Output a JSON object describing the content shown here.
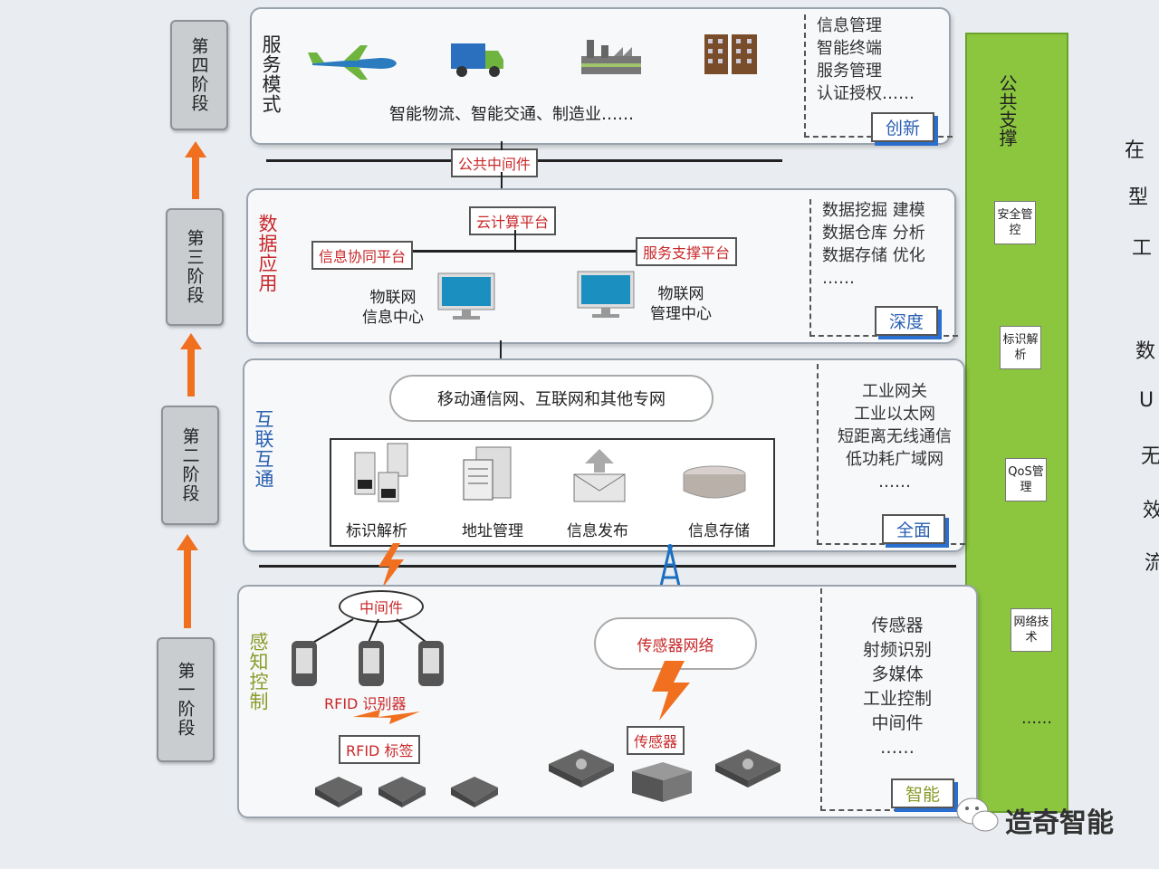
{
  "stages": [
    "第四阶段",
    "第三阶段",
    "第二阶段",
    "第一阶段"
  ],
  "layers": {
    "service": {
      "title": "服务模式",
      "caption": "智能物流、智能交通、制造业……",
      "side_lines": [
        "信息管理",
        "智能终端",
        "服务管理",
        "认证授权……"
      ],
      "tag": "创新"
    },
    "public_middleware": "公共中间件",
    "data": {
      "title": "数据应用",
      "cloud_platform": "云计算平台",
      "info_platform": "信息协同平台",
      "service_platform": "服务支撑平台",
      "center_left": [
        "物联网",
        "信息中心"
      ],
      "center_right": [
        "物联网",
        "管理中心"
      ],
      "side_lines": [
        "数据挖掘  建模",
        "数据仓库  分析",
        "数据存储  优化",
        "……"
      ],
      "tag": "深度"
    },
    "network": {
      "title": "互联互通",
      "cloud": "移动通信网、互联网和其他专网",
      "items": [
        "标识解析",
        "地址管理",
        "信息发布",
        "信息存储"
      ],
      "side_lines": [
        "工业网关",
        "工业以太网",
        "短距离无线通信",
        "低功耗广域网",
        "……"
      ],
      "tag": "全面"
    },
    "sensing": {
      "title": "感知控制",
      "middleware": "中间件",
      "rfid_reader": "RFID 识别器",
      "rfid_tag": "RFID 标签",
      "sensor_net": "传感器网络",
      "sensor": "传感器",
      "side_lines": [
        "传感器",
        "射频识别",
        "多媒体",
        "工业控制",
        "中间件",
        "……"
      ],
      "tag": "智能"
    }
  },
  "support": {
    "title": "公共支撑",
    "items": [
      "安全管控",
      "标识解析",
      "QoS管理",
      "网络技术"
    ],
    "more": "……"
  },
  "right_edge_text": [
    "在",
    "型",
    "工",
    "数",
    "U",
    "无",
    "效",
    "流"
  ],
  "watermark": "造奇智能",
  "colors": {
    "accent_orange": "#f07020",
    "support_green": "#8cc63f",
    "red_text": "#c8282a",
    "tag_blue": "#2a6fd0"
  }
}
